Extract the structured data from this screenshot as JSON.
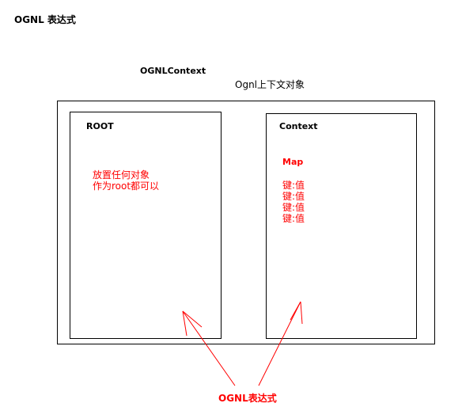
{
  "title": "OGNL 表达式",
  "context": {
    "label": "OGNLContext",
    "sublabel": "Ognl上下文对象"
  },
  "root_panel": {
    "title": "ROOT",
    "description_lines": [
      "放置任何对象",
      "作为root都可以"
    ]
  },
  "context_panel": {
    "title": "Context",
    "map_label": "Map",
    "entries": [
      "键:值",
      "键:值",
      "键:值",
      "键:值"
    ]
  },
  "expression_label": "OGNL表达式",
  "colors": {
    "annotation": "#ff0000",
    "border": "#000000"
  }
}
